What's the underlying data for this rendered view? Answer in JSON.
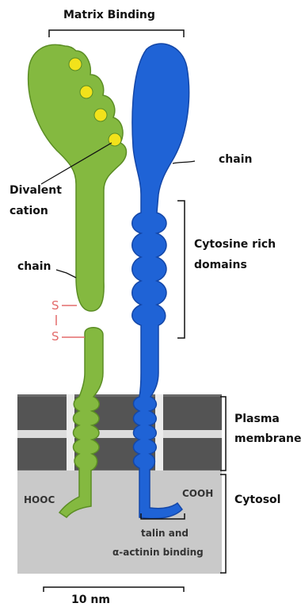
{
  "labels": {
    "matrix_binding": "Matrix Binding",
    "chain_blue": "chain",
    "divalent_cation_1": "Divalent",
    "divalent_cation_2": "cation",
    "cytosine_rich_1": "Cytosine rich",
    "cytosine_rich_2": "domains",
    "chain_green": "chain",
    "s_top": "S",
    "s_bottom": "S",
    "plasma_membrane_1": "Plasma",
    "plasma_membrane_2": "membrane",
    "hooc": "HOOC",
    "cooh": "COOH",
    "cytosol": "Cytosol",
    "talin_1": "talin and",
    "talin_2": "α-actinin binding",
    "scale": "10 nm"
  },
  "colors": {
    "green_chain": "#84b940",
    "green_outline": "#5b8d24",
    "blue_chain": "#1f63d6",
    "blue_outline": "#1447a8",
    "cation": "#f2e21b",
    "disulfide": "#e36b6b",
    "membrane_dark": "#5b5b5b",
    "cytosol": "#c9c9c9"
  }
}
